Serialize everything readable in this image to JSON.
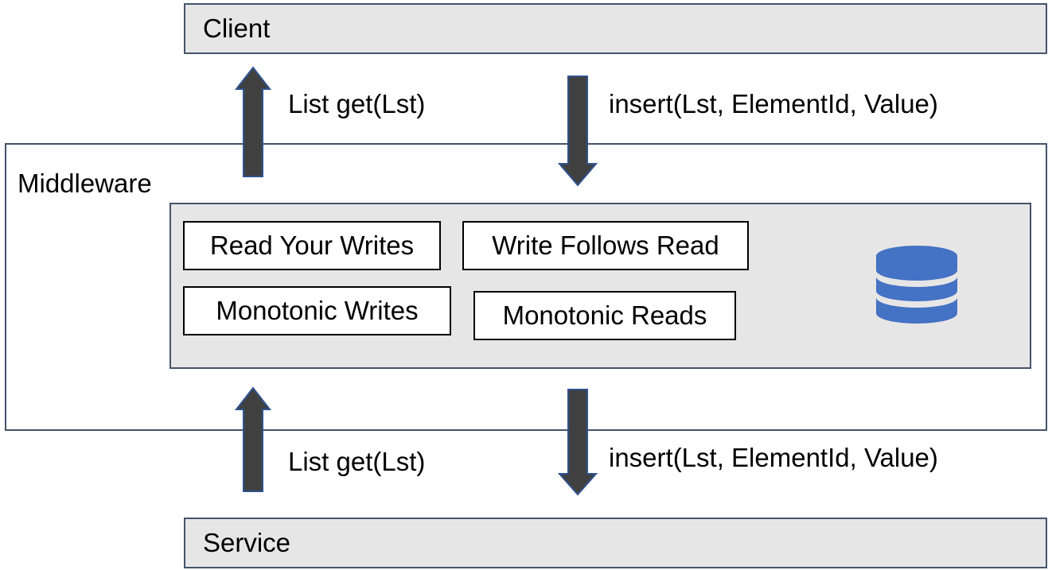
{
  "client": {
    "label": "Client"
  },
  "middleware": {
    "title": "Middleware",
    "guarantees": [
      "Read Your Writes",
      "Write Follows Read",
      "Monotonic Writes",
      "Monotonic Reads"
    ]
  },
  "service": {
    "label": "Service"
  },
  "upper_ops": {
    "read": "List get(Lst)",
    "write": "insert(Lst, ElementId, Value)"
  },
  "lower_ops": {
    "read": "List get(Lst)",
    "write": "insert(Lst, ElementId, Value)"
  },
  "colors": {
    "arrow_fill": "#404040",
    "arrow_border": "#2f528f",
    "panel_fill": "#e7e6e6",
    "database": "#4472c4"
  },
  "icons": {
    "database": "database-icon"
  }
}
